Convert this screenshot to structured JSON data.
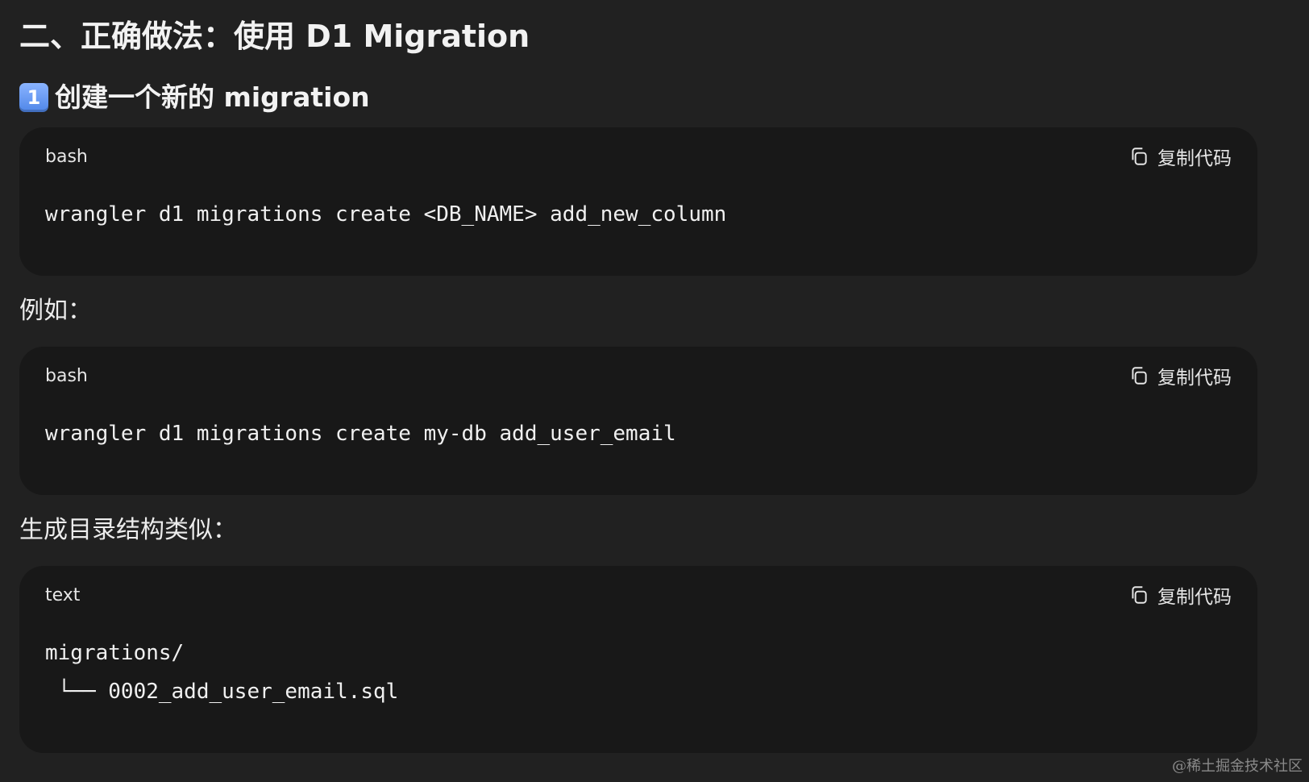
{
  "heading_main": "二、正确做法：使用 D1 Migration",
  "step1": {
    "number": "1",
    "title": "创建一个新的 migration"
  },
  "copy_label": "复制代码",
  "code_blocks": [
    {
      "lang": "bash",
      "lines": [
        "wrangler d1 migrations create <DB_NAME> add_new_column"
      ]
    },
    {
      "lang": "bash",
      "lines": [
        "wrangler d1 migrations create my-db add_user_email"
      ]
    },
    {
      "lang": "text",
      "lines": [
        "migrations/",
        " └── 0002_add_user_email.sql"
      ]
    }
  ],
  "paragraphs": {
    "example": "例如：",
    "structure": "生成目录结构类似："
  },
  "watermark": "@稀土掘金技术社区",
  "icons": {
    "copy": "copy-icon",
    "keycap": "keycap-one-icon"
  },
  "colors": {
    "page_bg": "#212121",
    "code_bg": "#181818",
    "text": "#ececec",
    "keycap": "#5b8fee"
  }
}
